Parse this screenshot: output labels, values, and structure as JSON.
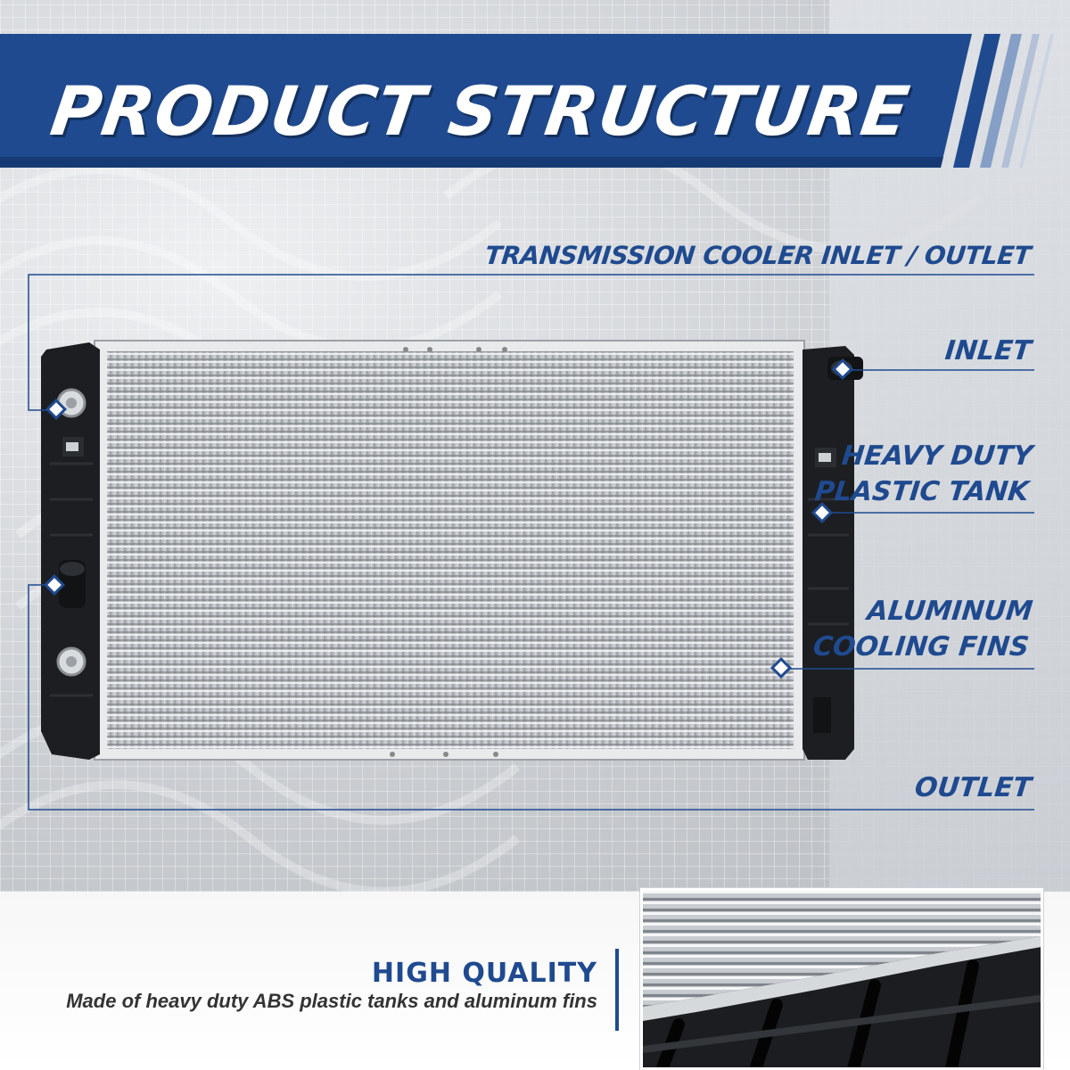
{
  "banner": {
    "title": "PRODUCT STRUCTURE",
    "color": "#1f4a8f"
  },
  "callouts": {
    "transmission_cooler": "TRANSMISSION COOLER INLET / OUTLET",
    "inlet": "INLET",
    "tank_line1": "HEAVY DUTY",
    "tank_line2": "PLASTIC TANK",
    "fins_line1": "ALUMINUM",
    "fins_line2": "COOLING FINS",
    "outlet": "OUTLET"
  },
  "quality": {
    "title": "HIGH QUALITY",
    "description": "Made of heavy duty ABS plastic tanks and aluminum fins"
  },
  "colors": {
    "accent": "#1f4a8f",
    "tank": "#1c1e21",
    "core": "#b8bcc1",
    "text_dark": "#333333"
  }
}
